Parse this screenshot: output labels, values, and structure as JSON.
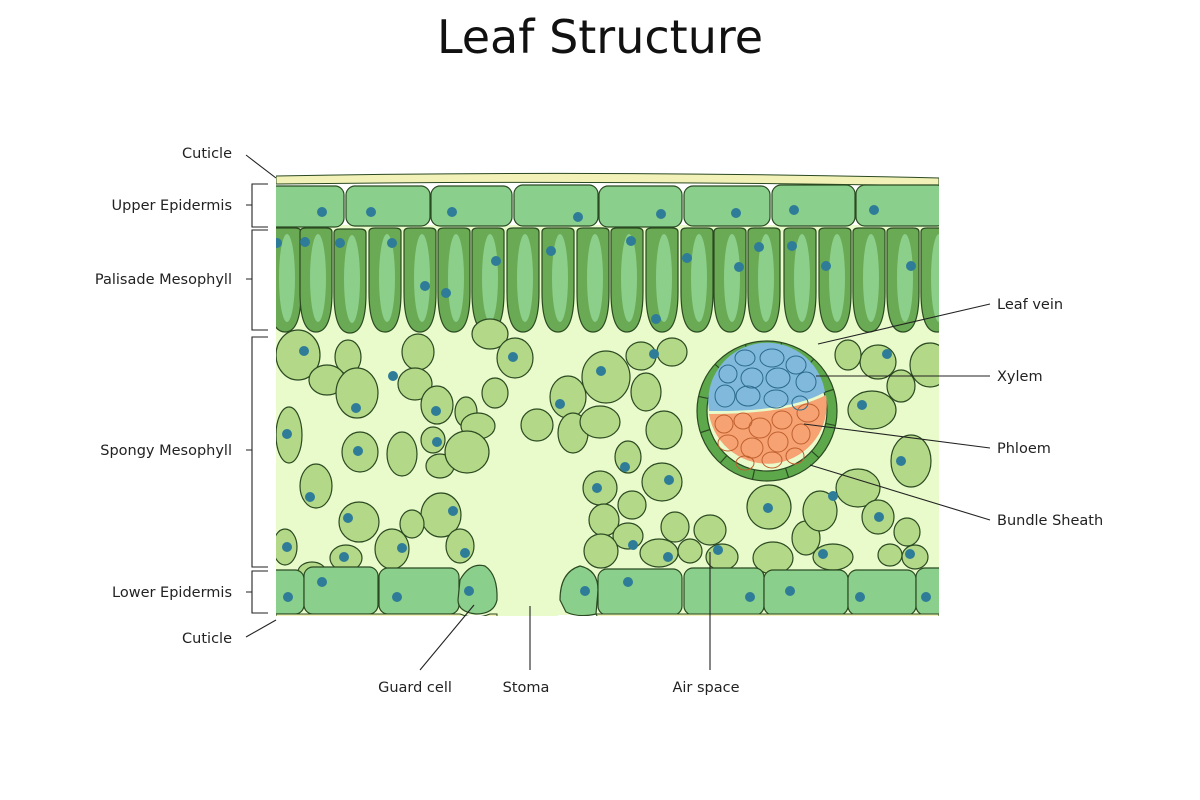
{
  "title": "Leaf Structure",
  "colors": {
    "cuticle": "#f2f2b8",
    "upper_epidermis": "#8bcf8c",
    "palisade_outer": "#6aaa54",
    "palisade_inner": "#8ccf8a",
    "spongy_background": "#e9fbcb",
    "spongy_cell": "#b3d887",
    "nucleus": "#2e7c98",
    "xylem": "#80b9dc",
    "phloem": "#f6a272",
    "bundle_sheath": "#5ea84c",
    "lower_epidermis": "#8bcf8c"
  },
  "labels_left": {
    "cuticle_top": "Cuticle",
    "upper_epidermis": "Upper Epidermis",
    "palisade_mesophyll": "Palisade Mesophyll",
    "spongy_mesophyll": "Spongy Mesophyll",
    "lower_epidermis": "Lower Epidermis",
    "cuticle_bottom": "Cuticle"
  },
  "labels_right": {
    "leaf_vein": "Leaf vein",
    "xylem": "Xylem",
    "phloem": "Phloem",
    "bundle_sheath": "Bundle Sheath"
  },
  "labels_bottom": {
    "guard_cell": "Guard cell",
    "stoma": "Stoma",
    "air_space": "Air space"
  }
}
